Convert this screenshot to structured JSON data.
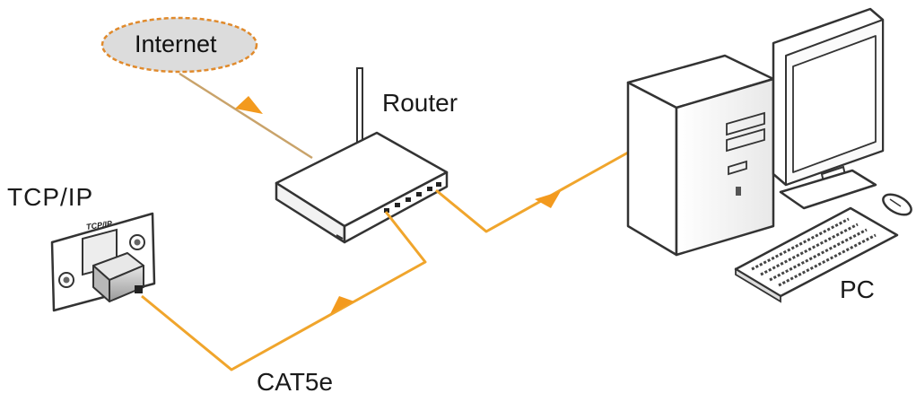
{
  "labels": {
    "internet": "Internet",
    "router": "Router",
    "tcp_ip": "TCP/IP",
    "pc": "PC",
    "cable": "CAT5e",
    "port_label": "TCP/IP"
  },
  "colors": {
    "cable": "#f0a52c",
    "arrow": "#f39a1e",
    "internet_cloud_fill": "#dcdcdc",
    "internet_cloud_border": "#e08a2c",
    "device_outline": "#333333",
    "device_fill": "#ffffff"
  }
}
